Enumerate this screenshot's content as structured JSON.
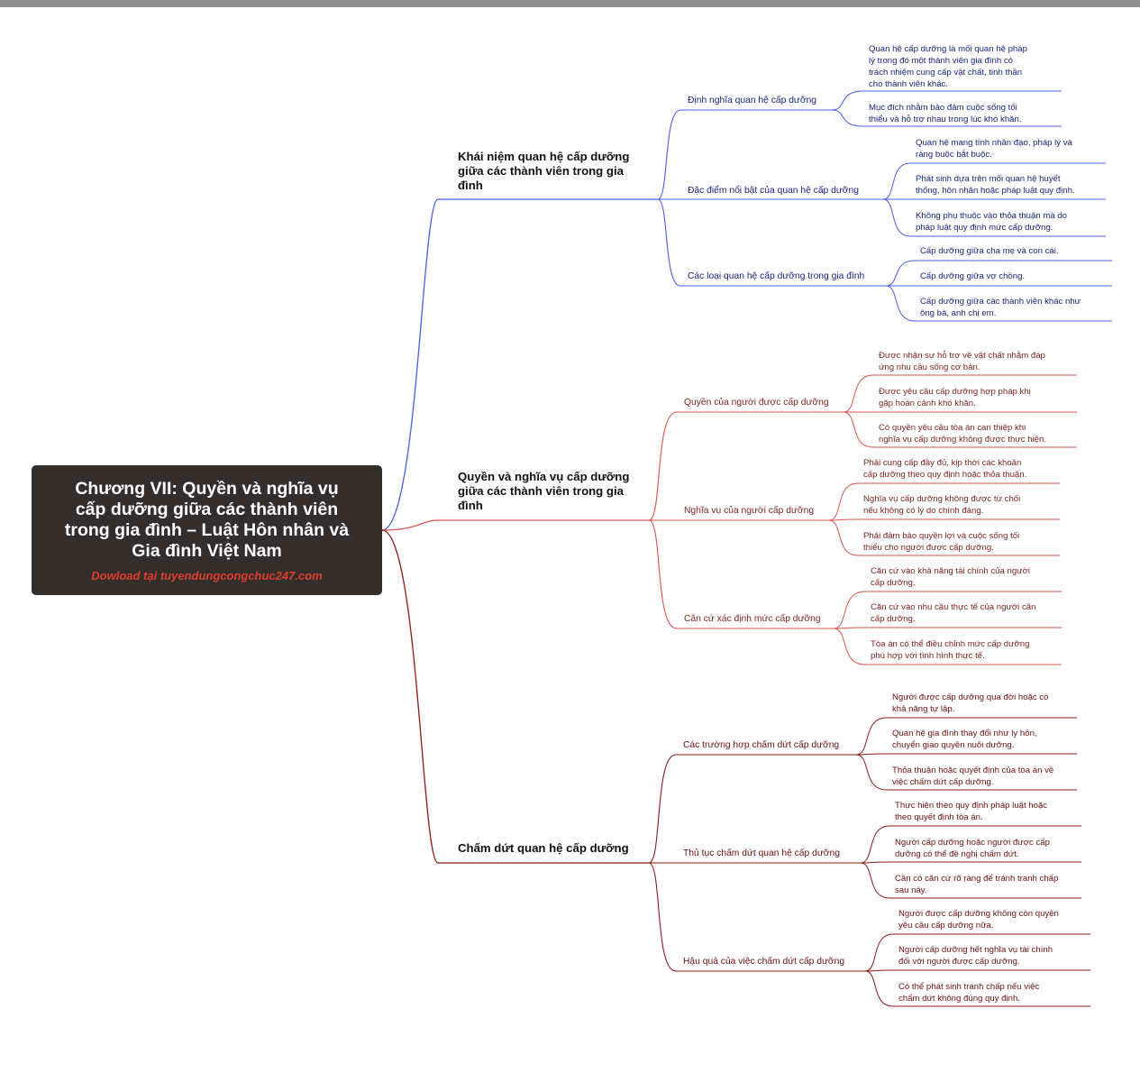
{
  "root": {
    "title": "Chương VII: Quyền và nghĩa vụ\ncấp dưỡng giữa các thành viên\ntrong gia đình – Luật Hôn nhân và\nGia đình Việt Nam",
    "subtitle": "Dowload tại tuyendungcongchuc247.com"
  },
  "colors": {
    "root_bg": "#332e29",
    "subtitle": "#e03c31",
    "branch_blue": "#4a5ee0",
    "branch_red": "#d9534f",
    "branch_dark_red": "#8b1a1a"
  },
  "branches": [
    {
      "label": "Khái niệm quan hệ cấp dưỡng\ngiữa các thành viên trong gia\nđình",
      "topics": [
        {
          "label": "Định nghĩa quan hệ cấp dưỡng",
          "items": [
            "Quan hệ cấp dưỡng là mối quan hệ pháp\nlý trong đó một thành viên gia đình có\ntrách nhiệm cung cấp vật chất, tinh thần\ncho thành viên khác.",
            "Mục đích nhằm bảo đảm cuộc sống tối\nthiểu và hỗ trợ nhau trong lúc khó khăn."
          ]
        },
        {
          "label": "Đặc điểm nổi bật của quan hệ cấp dưỡng",
          "items": [
            "Quan hệ mang tính nhân đạo, pháp lý và\nràng buộc bắt buộc.",
            "Phát sinh dựa trên mối quan hệ huyết\nthống, hôn nhân hoặc pháp luật quy định.",
            "Không phụ thuộc vào thỏa thuận mà do\npháp luật quy định mức cấp dưỡng."
          ]
        },
        {
          "label": "Các loại quan hệ cấp dưỡng trong gia đình",
          "items": [
            "Cấp dưỡng giữa cha mẹ và con cái.",
            "Cấp dưỡng giữa vợ chồng.",
            "Cấp dưỡng giữa các thành viên khác như\nông bà, anh chị em."
          ]
        }
      ]
    },
    {
      "label": "Quyền và nghĩa vụ cấp dưỡng\ngiữa các thành viên trong gia\nđình",
      "topics": [
        {
          "label": "Quyền của người được cấp dưỡng",
          "items": [
            "Được nhận sự hỗ trợ về vật chất nhằm đáp\nứng nhu cầu sống cơ bản.",
            "Được yêu cầu cấp dưỡng hợp pháp khi\ngặp hoàn cảnh khó khăn.",
            "Có quyền yêu cầu tòa án can thiệp khi\nnghĩa vụ cấp dưỡng không được thực hiện."
          ]
        },
        {
          "label": "Nghĩa vụ của người cấp dưỡng",
          "items": [
            "Phải cung cấp đầy đủ, kịp thời các khoản\ncấp dưỡng theo quy định hoặc thỏa thuận.",
            "Nghĩa vụ cấp dưỡng không được từ chối\nnếu không có lý do chính đáng.",
            "Phải đảm bảo quyền lợi và cuộc sống tối\nthiểu cho người được cấp dưỡng."
          ]
        },
        {
          "label": "Căn cứ xác định mức cấp dưỡng",
          "items": [
            "Căn cứ vào khả năng tài chính của người\ncấp dưỡng.",
            "Căn cứ vào nhu cầu thực tế của người cần\ncấp dưỡng.",
            "Tòa án có thể điều chỉnh mức cấp dưỡng\nphù hợp với tình hình thực tế."
          ]
        }
      ]
    },
    {
      "label": "Chấm dứt quan hệ cấp dưỡng",
      "topics": [
        {
          "label": "Các trường hợp chấm dứt cấp dưỡng",
          "items": [
            "Người được cấp dưỡng qua đời hoặc có\nkhả năng tự lập.",
            "Quan hệ gia đình thay đổi như ly hôn,\nchuyển giao quyền nuôi dưỡng.",
            "Thỏa thuận hoặc quyết định của tòa án về\nviệc chấm dứt cấp dưỡng."
          ]
        },
        {
          "label": "Thủ tục chấm dứt quan hệ cấp dưỡng",
          "items": [
            "Thực hiện theo quy định pháp luật hoặc\ntheo quyết định tòa án.",
            "Người cấp dưỡng hoặc người được cấp\ndưỡng có thể đề nghị chấm dứt.",
            "Cần có căn cứ rõ ràng để tránh tranh chấp\nsau này."
          ]
        },
        {
          "label": "Hậu quả của việc chấm dứt cấp dưỡng",
          "items": [
            "Người được cấp dưỡng không còn quyền\nyêu cầu cấp dưỡng nữa.",
            "Người cấp dưỡng hết nghĩa vụ tài chính\nđối với người được cấp dưỡng.",
            "Có thể phát sinh tranh chấp nếu việc\nchấm dứt không đúng quy định."
          ]
        }
      ]
    }
  ]
}
